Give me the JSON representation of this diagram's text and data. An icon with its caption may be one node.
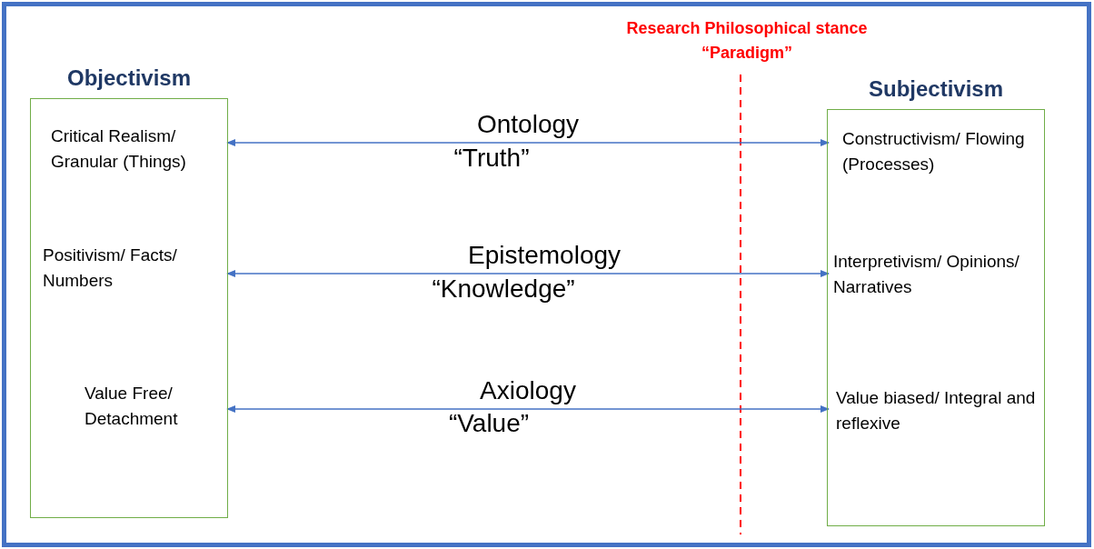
{
  "diagram": {
    "nodes": [
      {
        "text": [
          "Objectivism"
        ]
      },
      {
        "text": [
          "Critical Realism/ Granular (Things)"
        ],
        "in": 0
      },
      {
        "text": [
          "Positivism/ Facts/ Numbers"
        ],
        "in": 0
      },
      {
        "text": [
          "Value Free/ Detachment"
        ],
        "in": 0
      },
      {
        "text": [
          "Subjectivism"
        ]
      },
      {
        "text": [
          "Constructivism/ Flowing (Processes)"
        ],
        "in": 4
      },
      {
        "text": [
          "Interpretivism/ Opinions/ Narratives"
        ],
        "in": 4
      },
      {
        "text": [
          "Value biased/ Integral and reflexive"
        ],
        "in": 4
      }
    ],
    "edges": [
      {
        "from": 1,
        "to": 5,
        "arrow": "both",
        "label": "Ontology"
      },
      {
        "from": 2,
        "to": 6,
        "arrow": "both",
        "label": "Epistemology"
      },
      {
        "from": 3,
        "to": 7,
        "arrow": "both",
        "label": "Axiology"
      }
    ],
    "labels": [
      "Research Philosophical stance",
      "“Paradigm”",
      "“Truth”",
      "“Knowledge”",
      "“Value”"
    ]
  }
}
